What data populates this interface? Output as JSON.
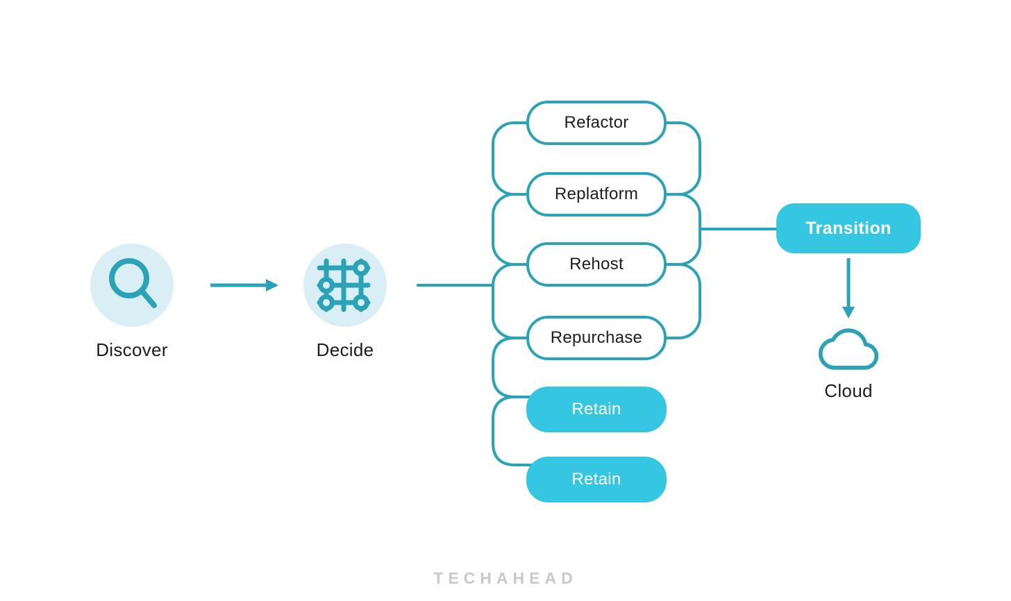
{
  "colors": {
    "stroke_teal": "#2CA2B7",
    "fill_cyan": "#35C6E1",
    "icon_circle_bg": "#D9EFF5",
    "text_dark": "#1c1c1c",
    "watermark_gray": "#c9c9c9"
  },
  "stages": {
    "discover": {
      "label": "Discover",
      "icon": "magnifier-icon"
    },
    "decide": {
      "label": "Decide",
      "icon": "decision-grid-icon"
    },
    "transition": {
      "label": "Transition"
    },
    "cloud": {
      "label": "Cloud",
      "icon": "cloud-icon"
    }
  },
  "strategies": [
    {
      "label": "Refactor",
      "variant": "outline"
    },
    {
      "label": "Replatform",
      "variant": "outline"
    },
    {
      "label": "Rehost",
      "variant": "outline"
    },
    {
      "label": "Repurchase",
      "variant": "outline"
    },
    {
      "label": "Retain",
      "variant": "filled"
    },
    {
      "label": "Retain",
      "variant": "filled"
    }
  ],
  "watermark": {
    "text": "TECHAHEAD"
  }
}
